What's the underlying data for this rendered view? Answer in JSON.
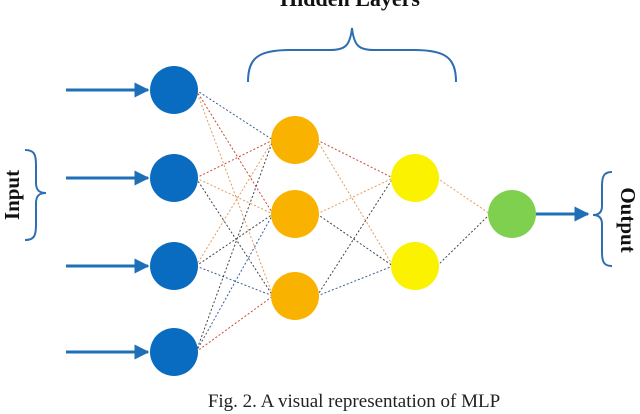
{
  "diagram": {
    "title": "Hidden Layers",
    "input_label": "Input",
    "output_label": "Output",
    "caption": "Fig. 2. A visual representation of MLP"
  },
  "colors": {
    "input_node": "#0a6cc0",
    "hidden1_node": "#f9b200",
    "hidden2_node": "#fbf200",
    "output_node": "#7ed04e",
    "arrow": "#1f6fb8",
    "bracket": "#2e6fb0",
    "edge_blue": "#3b5c96",
    "edge_red": "#c84a33",
    "edge_orange": "#e59a5b",
    "edge_dark": "#444444"
  },
  "network": {
    "layers": [
      {
        "name": "input",
        "size": 4
      },
      {
        "name": "hidden-1",
        "size": 3
      },
      {
        "name": "hidden-2",
        "size": 2
      },
      {
        "name": "output",
        "size": 1
      }
    ]
  }
}
